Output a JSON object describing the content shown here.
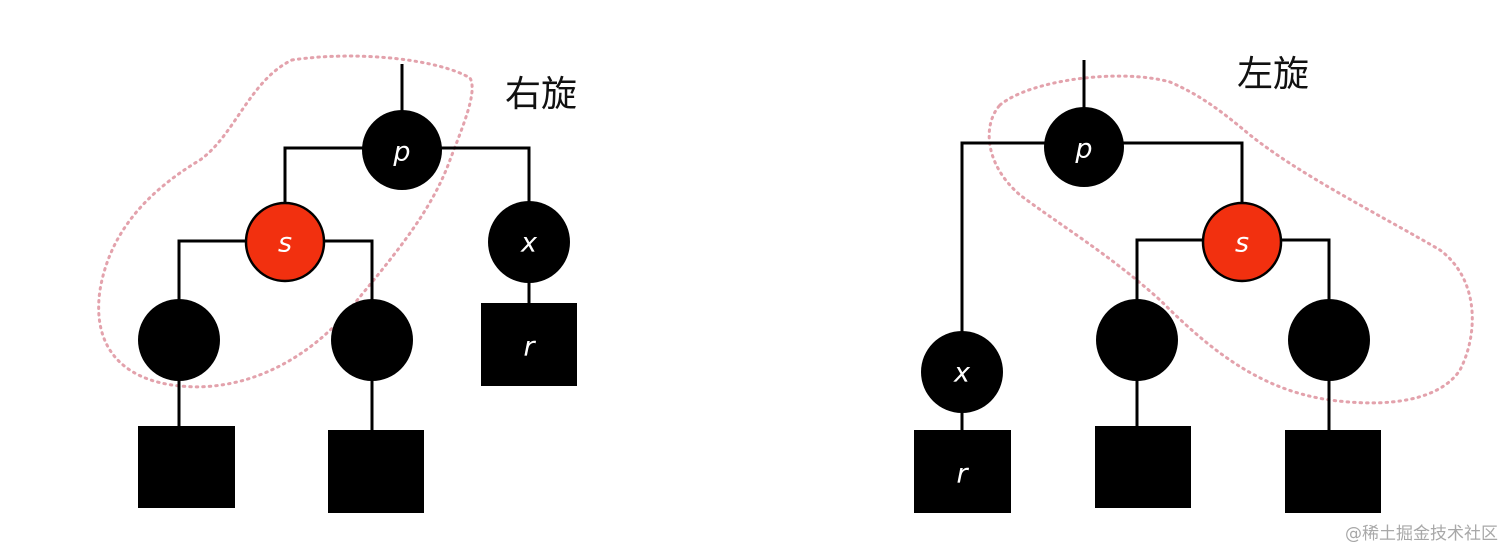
{
  "diagrams": {
    "right_rotation": {
      "annotation": "右旋",
      "nodes": {
        "p": "p",
        "s": "s",
        "x": "x",
        "r": "r"
      }
    },
    "left_rotation": {
      "annotation": "左旋",
      "nodes": {
        "p": "p",
        "s": "s",
        "x": "x",
        "r": "r"
      }
    }
  },
  "watermark": "@稀土掘金技术社区",
  "colors": {
    "black_node": "#000000",
    "red_node": "#f2300f",
    "highlight_outline": "#e3a2ac"
  }
}
